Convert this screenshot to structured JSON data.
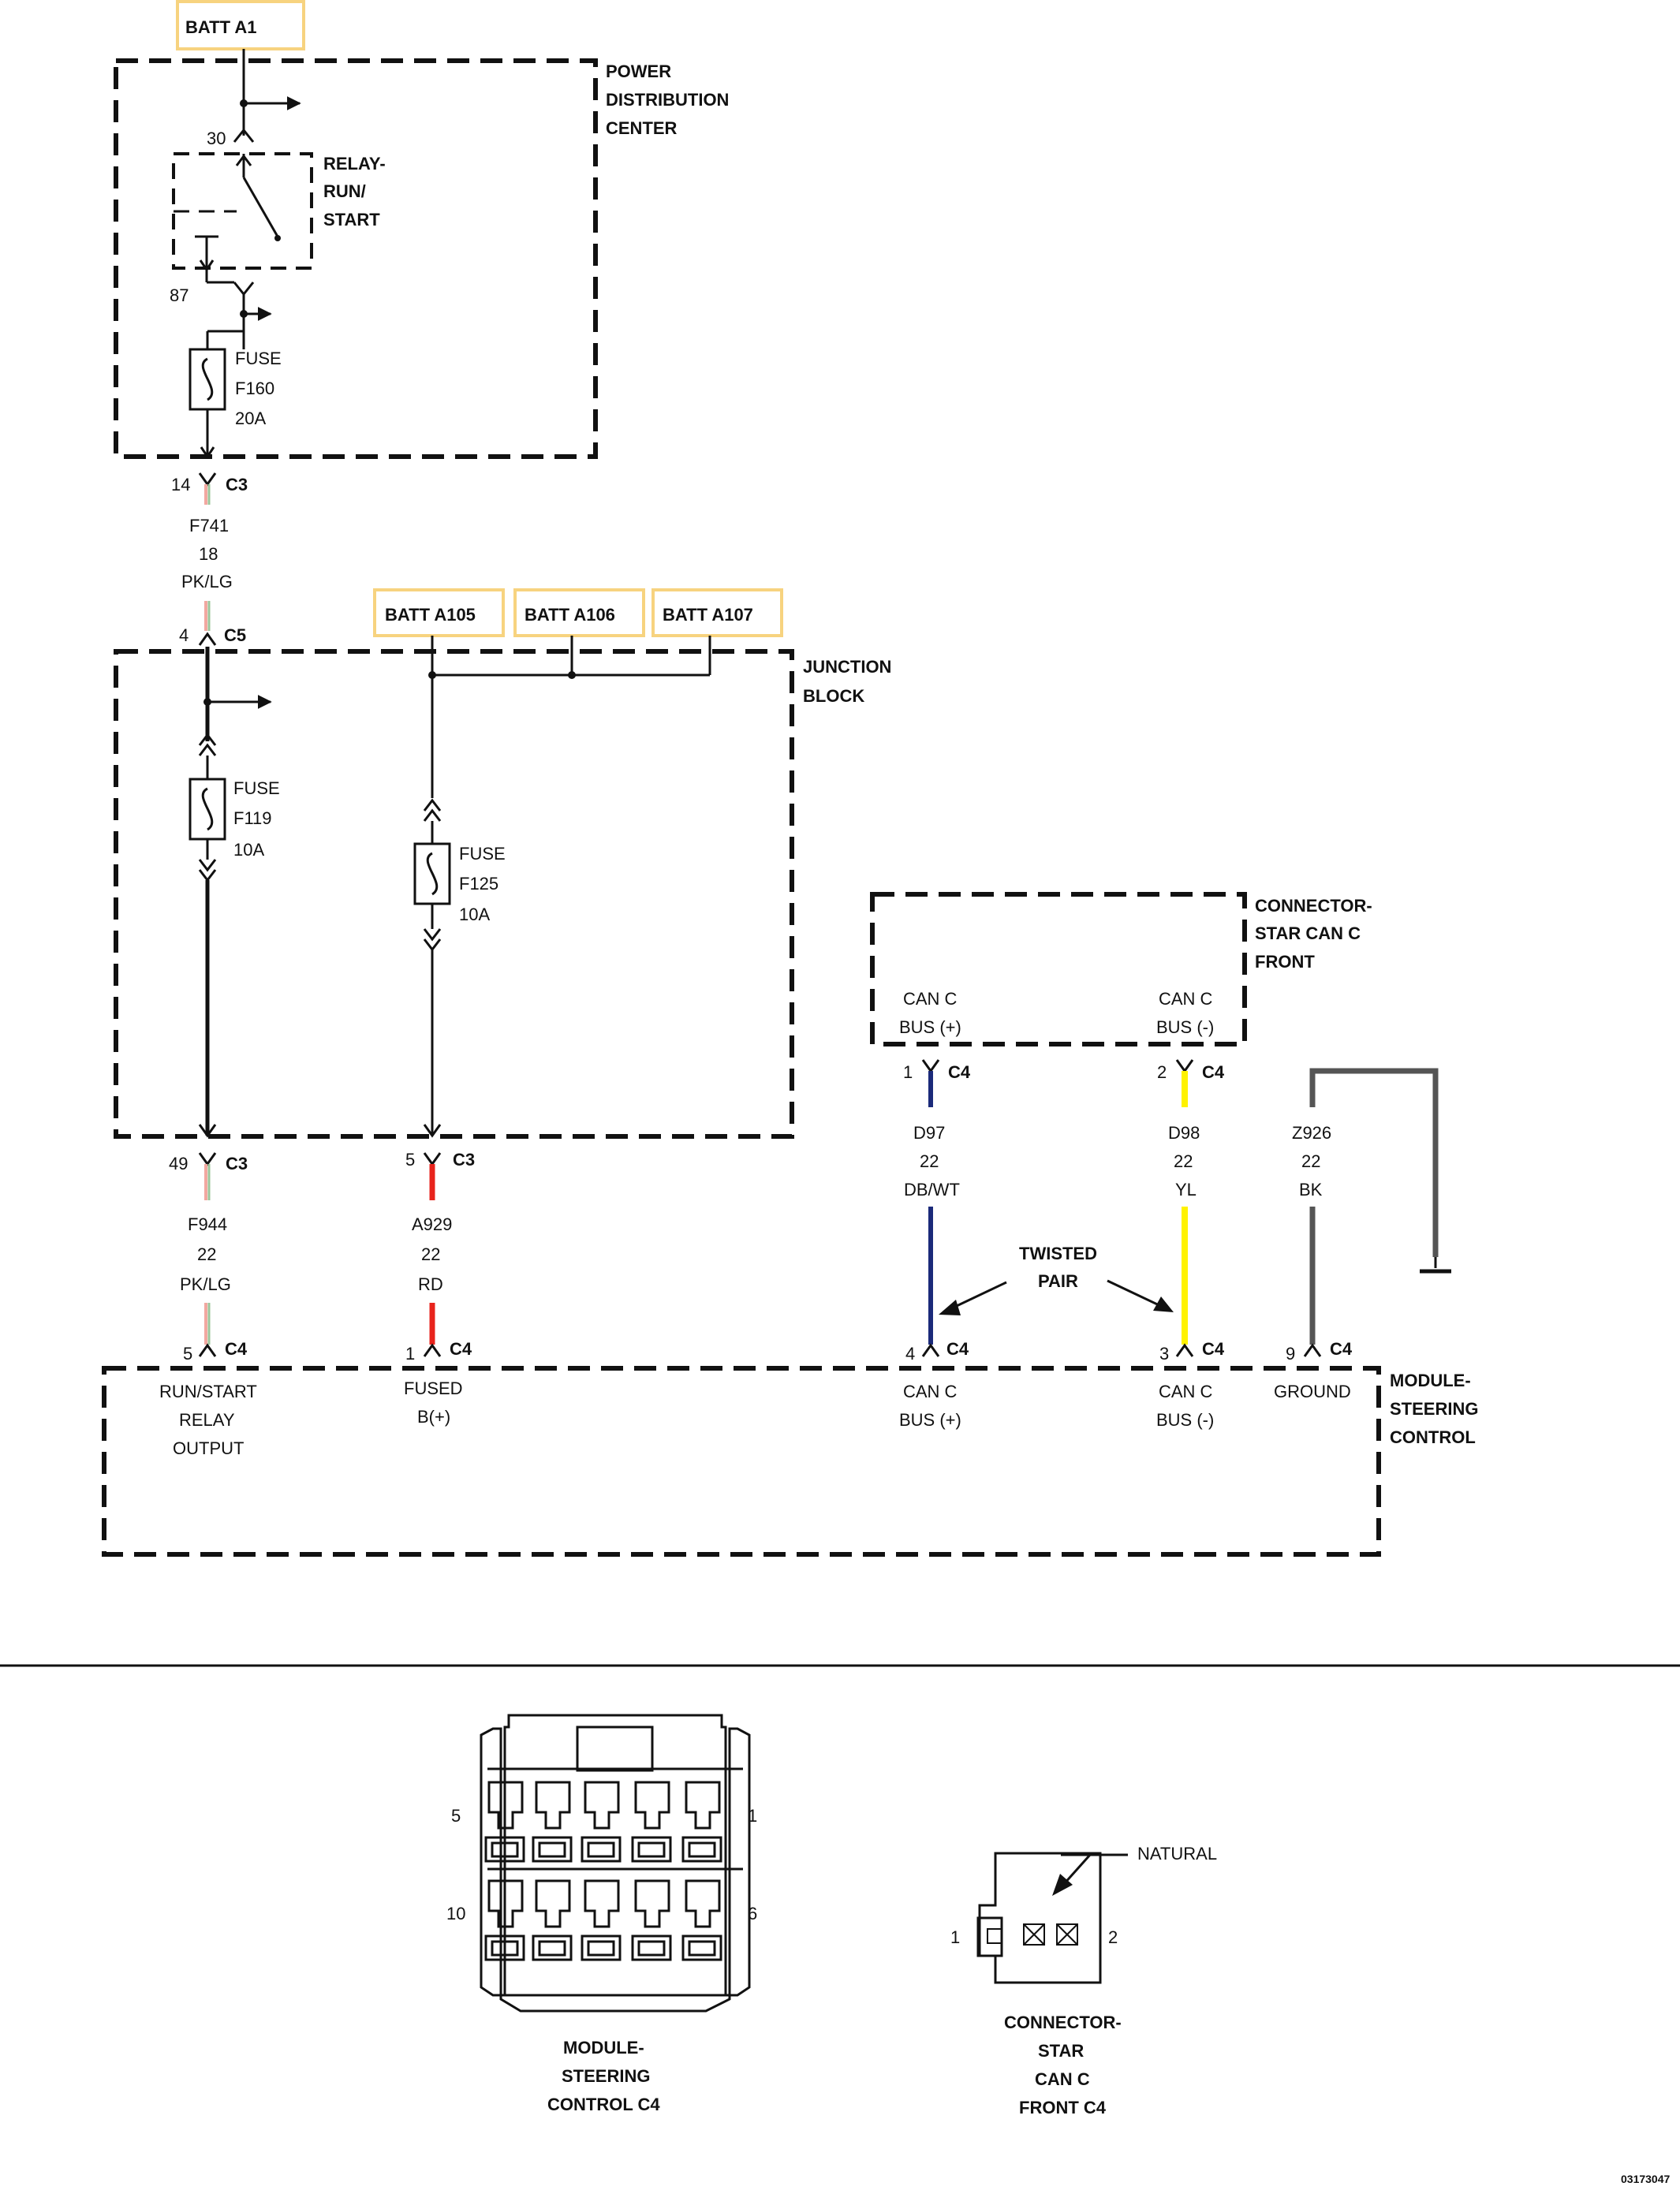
{
  "batteries": {
    "a1": "BATT A1",
    "a105": "BATT A105",
    "a106": "BATT A106",
    "a107": "BATT A107"
  },
  "pdc": {
    "title": [
      "POWER",
      "DISTRIBUTION",
      "CENTER"
    ],
    "relay": {
      "title": [
        "RELAY-",
        "RUN/",
        "START"
      ],
      "pin_in": "30",
      "pin_out": "87"
    },
    "fuse": {
      "name": "FUSE",
      "id": "F160",
      "rating": "20A"
    }
  },
  "wire_f741": {
    "top_pin": "14",
    "top_conn": "C3",
    "circuit": "F741",
    "gauge": "18",
    "color": "PK/LG",
    "bottom_pin": "4",
    "bottom_conn": "C5"
  },
  "junction_block": {
    "title": [
      "JUNCTION",
      "BLOCK"
    ],
    "fuse_left": {
      "name": "FUSE",
      "id": "F119",
      "rating": "10A"
    },
    "fuse_right": {
      "name": "FUSE",
      "id": "F125",
      "rating": "10A"
    }
  },
  "wire_f944": {
    "top_pin": "49",
    "top_conn": "C3",
    "circuit": "F944",
    "gauge": "22",
    "color": "PK/LG",
    "bottom_pin": "5",
    "bottom_conn": "C4"
  },
  "wire_a929": {
    "top_pin": "5",
    "top_conn": "C3",
    "circuit": "A929",
    "gauge": "22",
    "color": "RD",
    "bottom_pin": "1",
    "bottom_conn": "C4"
  },
  "star_connector": {
    "title": [
      "CONNECTOR-",
      "STAR CAN C",
      "FRONT"
    ],
    "pin_plus": [
      "CAN C",
      "BUS (+)"
    ],
    "pin_minus": [
      "CAN C",
      "BUS (-)"
    ]
  },
  "wire_d97": {
    "top_pin": "1",
    "top_conn": "C4",
    "circuit": "D97",
    "gauge": "22",
    "color": "DB/WT",
    "bottom_pin": "4",
    "bottom_conn": "C4"
  },
  "wire_d98": {
    "top_pin": "2",
    "top_conn": "C4",
    "circuit": "D98",
    "gauge": "22",
    "color": "YL",
    "bottom_pin": "3",
    "bottom_conn": "C4"
  },
  "wire_z926": {
    "circuit": "Z926",
    "gauge": "22",
    "color": "BK",
    "bottom_pin": "9",
    "bottom_conn": "C4"
  },
  "twisted_pair": [
    "TWISTED",
    "PAIR"
  ],
  "steering_module": {
    "title": [
      "MODULE-",
      "STEERING",
      "CONTROL"
    ],
    "pin5": [
      "RUN/START",
      "RELAY",
      "OUTPUT"
    ],
    "pin1": [
      "FUSED",
      "B(+)"
    ],
    "pin4": [
      "CAN C",
      "BUS (+)"
    ],
    "pin3": [
      "CAN C",
      "BUS (-)"
    ],
    "pin9": [
      "GROUND"
    ]
  },
  "connector_views": {
    "c4_view": {
      "pins": {
        "top_left": "5",
        "top_right": "1",
        "bottom_left": "10",
        "bottom_right": "6"
      },
      "caption": [
        "MODULE-",
        "STEERING",
        "CONTROL C4"
      ]
    },
    "star_view": {
      "pin_left": "1",
      "pin_right": "2",
      "color_callout": "NATURAL",
      "caption": [
        "CONNECTOR-",
        "STAR",
        "CAN C",
        "FRONT C4"
      ]
    }
  },
  "figure_id": "03173047",
  "colors": {
    "pk_lg_a": "#F2A7A0",
    "pk_lg_b": "#9CC49A",
    "red": "#E8231C",
    "dark_blue": "#1B2A7A",
    "yellow": "#FFF200",
    "black_wire": "#555555",
    "batt_box": "#F7D37F"
  }
}
